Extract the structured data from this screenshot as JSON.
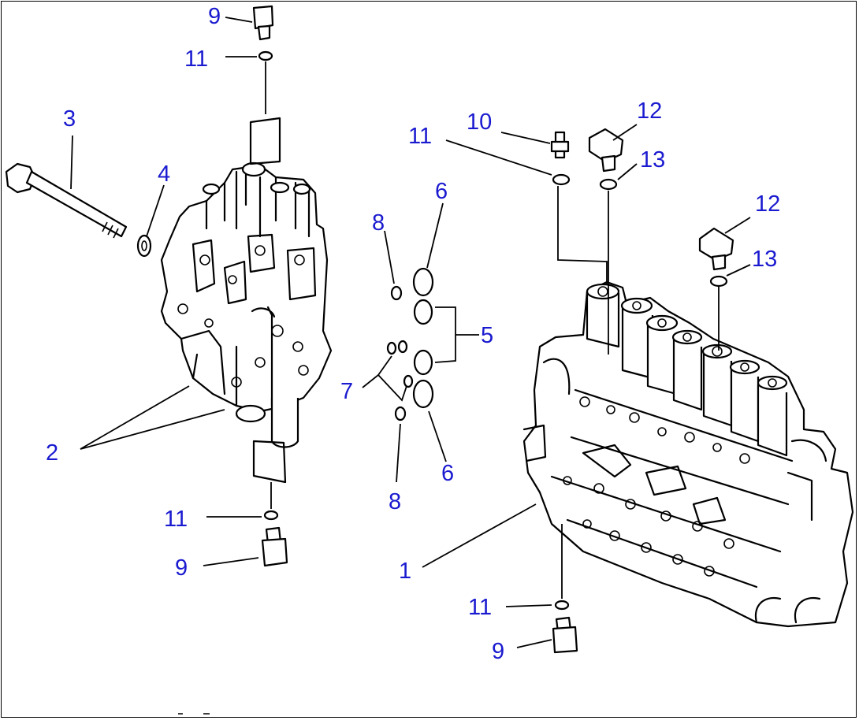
{
  "diagram": {
    "callouts": {
      "c1": "1",
      "c2": "2",
      "c3": "3",
      "c4": "4",
      "c5": "5",
      "c6a": "6",
      "c6b": "6",
      "c7": "7",
      "c8a": "8",
      "c8b": "8",
      "c9a": "9",
      "c9b": "9",
      "c9c": "9",
      "c10": "10",
      "c11a": "11",
      "c11b": "11",
      "c11c": "11",
      "c11d": "11",
      "c12a": "12",
      "c12b": "12",
      "c13a": "13",
      "c13b": "13"
    },
    "callout_color": "#1a1ad0",
    "line_color": "#000000"
  }
}
